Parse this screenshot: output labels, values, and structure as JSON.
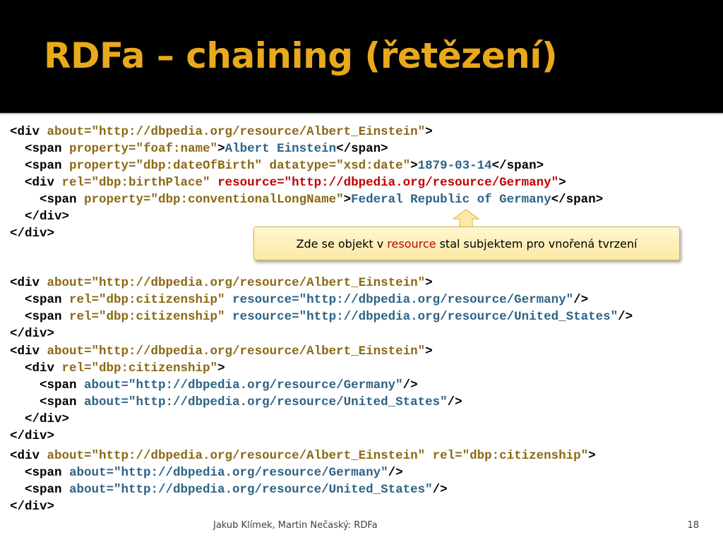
{
  "slide": {
    "title": "RDFa – chaining (řetězení)",
    "footer_text": "Jakub Klímek, Martin Nečaský: RDFa",
    "page_number": "18"
  },
  "callout": {
    "before": "Zde se objekt v ",
    "highlight": "resource",
    "after": " stal subjektem pro vnořená tvrzení"
  },
  "block1": {
    "l1": {
      "open": "<div ",
      "attr": "about=\"http://dbpedia.org/resource/Albert_Einstein\"",
      "close": ">"
    },
    "l2": {
      "open": "  <span ",
      "attr": "property=\"foaf:name\"",
      "gt": ">",
      "text": "Albert Einstein",
      "close": "</span>"
    },
    "l3": {
      "open": "  <span ",
      "attr": "property=\"dbp:dateOfBirth\" datatype=\"xsd:date\"",
      "gt": ">",
      "text": "1879-03-14",
      "close": "</span>"
    },
    "l4": {
      "open": "  <div ",
      "attr": "rel=\"dbp:birthPlace\" ",
      "attr_red": "resource=\"http://dbpedia.org/resource/Germany\"",
      "close": ">"
    },
    "l5": {
      "open": "    <span ",
      "attr": "property=\"dbp:conventionalLongName\"",
      "gt": ">",
      "text": "Federal Republic of Germany",
      "close": "</span>"
    },
    "l6": "  </div>",
    "l7": "</div>"
  },
  "block2": {
    "l1": {
      "open": "<div ",
      "attr": "about=\"http://dbpedia.org/resource/Albert_Einstein\"",
      "close": ">"
    },
    "l2": {
      "open": "  <span ",
      "attr": "rel=\"dbp:citizenship\" ",
      "attr_blue": "resource=\"http://dbpedia.org/resource/Germany\"",
      "close": "/>"
    },
    "l3": {
      "open": "  <span ",
      "attr": "rel=\"dbp:citizenship\" ",
      "attr_blue": "resource=\"http://dbpedia.org/resource/United_States\"",
      "close": "/>"
    },
    "l4": "</div>"
  },
  "block3": {
    "l1": {
      "open": "<div ",
      "attr": "about=\"http://dbpedia.org/resource/Albert_Einstein\"",
      "close": ">"
    },
    "l2": {
      "open": "  <div ",
      "attr": "rel=\"dbp:citizenship\"",
      "close": ">"
    },
    "l3": {
      "open": "    <span ",
      "attr_blue": "about=\"http://dbpedia.org/resource/Germany\"",
      "close": "/>"
    },
    "l4": {
      "open": "    <span ",
      "attr_blue": "about=\"http://dbpedia.org/resource/United_States\"",
      "close": "/>"
    },
    "l5": "  </div>",
    "l6": "</div>"
  },
  "block4": {
    "l1": {
      "open": "<div ",
      "attr": "about=\"http://dbpedia.org/resource/Albert_Einstein\" rel=\"dbp:citizenship\"",
      "close": ">"
    },
    "l2": {
      "open": "  <span ",
      "attr_blue": "about=\"http://dbpedia.org/resource/Germany\"",
      "close": "/>"
    },
    "l3": {
      "open": "  <span ",
      "attr_blue": "about=\"http://dbpedia.org/resource/United_States\"",
      "close": "/>"
    },
    "l4": "</div>"
  },
  "colors": {
    "title": "#e8a91c",
    "attribute": "#8b6914",
    "value_blue": "#2d6386",
    "highlight_red": "#c00000",
    "callout_bg": "#fde9a4"
  }
}
